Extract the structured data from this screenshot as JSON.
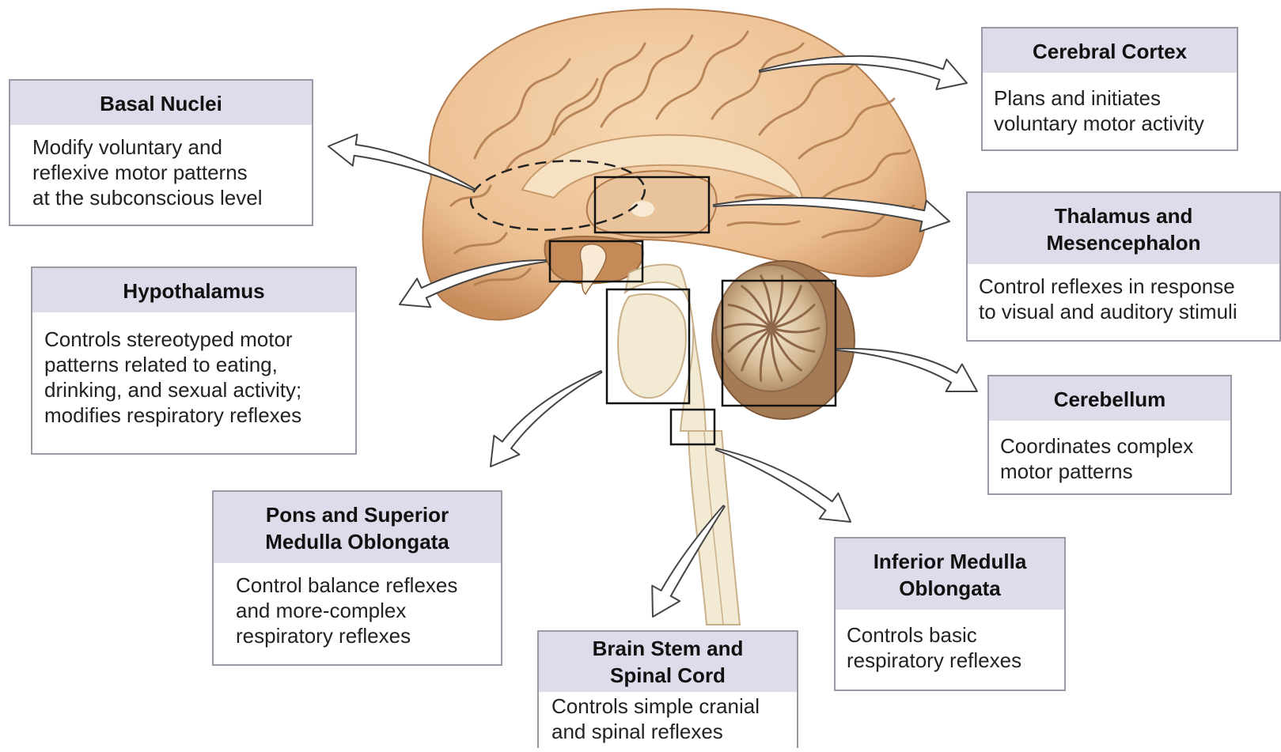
{
  "callouts": {
    "cerebral_cortex": {
      "title": [
        "Cerebral Cortex"
      ],
      "lines": [
        "Plans and initiates",
        "voluntary motor activity"
      ]
    },
    "basal_nuclei": {
      "title": [
        "Basal Nuclei"
      ],
      "lines": [
        "Modify voluntary and",
        "reflexive motor patterns",
        "at the subconscious level"
      ]
    },
    "thalamus": {
      "title": [
        "Thalamus and",
        "Mesencephalon"
      ],
      "lines": [
        "Control reflexes in response",
        "to visual and auditory stimuli"
      ]
    },
    "hypothalamus": {
      "title": [
        "Hypothalamus"
      ],
      "lines": [
        "Controls stereotyped motor",
        "patterns related to eating,",
        "drinking, and sexual activity;",
        "modifies respiratory reflexes"
      ]
    },
    "cerebellum": {
      "title": [
        "Cerebellum"
      ],
      "lines": [
        "Coordinates complex",
        "motor patterns"
      ]
    },
    "pons": {
      "title": [
        "Pons and Superior",
        "Medulla Oblongata"
      ],
      "lines": [
        "Control balance reflexes",
        "and more-complex",
        "respiratory reflexes"
      ]
    },
    "inferior_medulla": {
      "title": [
        "Inferior Medulla",
        "Oblongata"
      ],
      "lines": [
        "Controls basic",
        "respiratory reflexes"
      ]
    },
    "brain_stem": {
      "title": [
        "Brain Stem and",
        "Spinal Cord"
      ],
      "lines": [
        "Controls simple cranial",
        "and spinal reflexes"
      ]
    }
  },
  "colors": {
    "brain_fill": "#f1caa0",
    "brain_shadow": "#c98d5c",
    "gyri_line": "#b07a4c",
    "medial_fill": "#f6e2c3",
    "stem_fill": "#f3ead3",
    "cerebellum_fill": "#c8aa86",
    "box_header": "#dcdcea",
    "box_border": "#9a9aa6",
    "arrow_stroke": "#444444"
  }
}
